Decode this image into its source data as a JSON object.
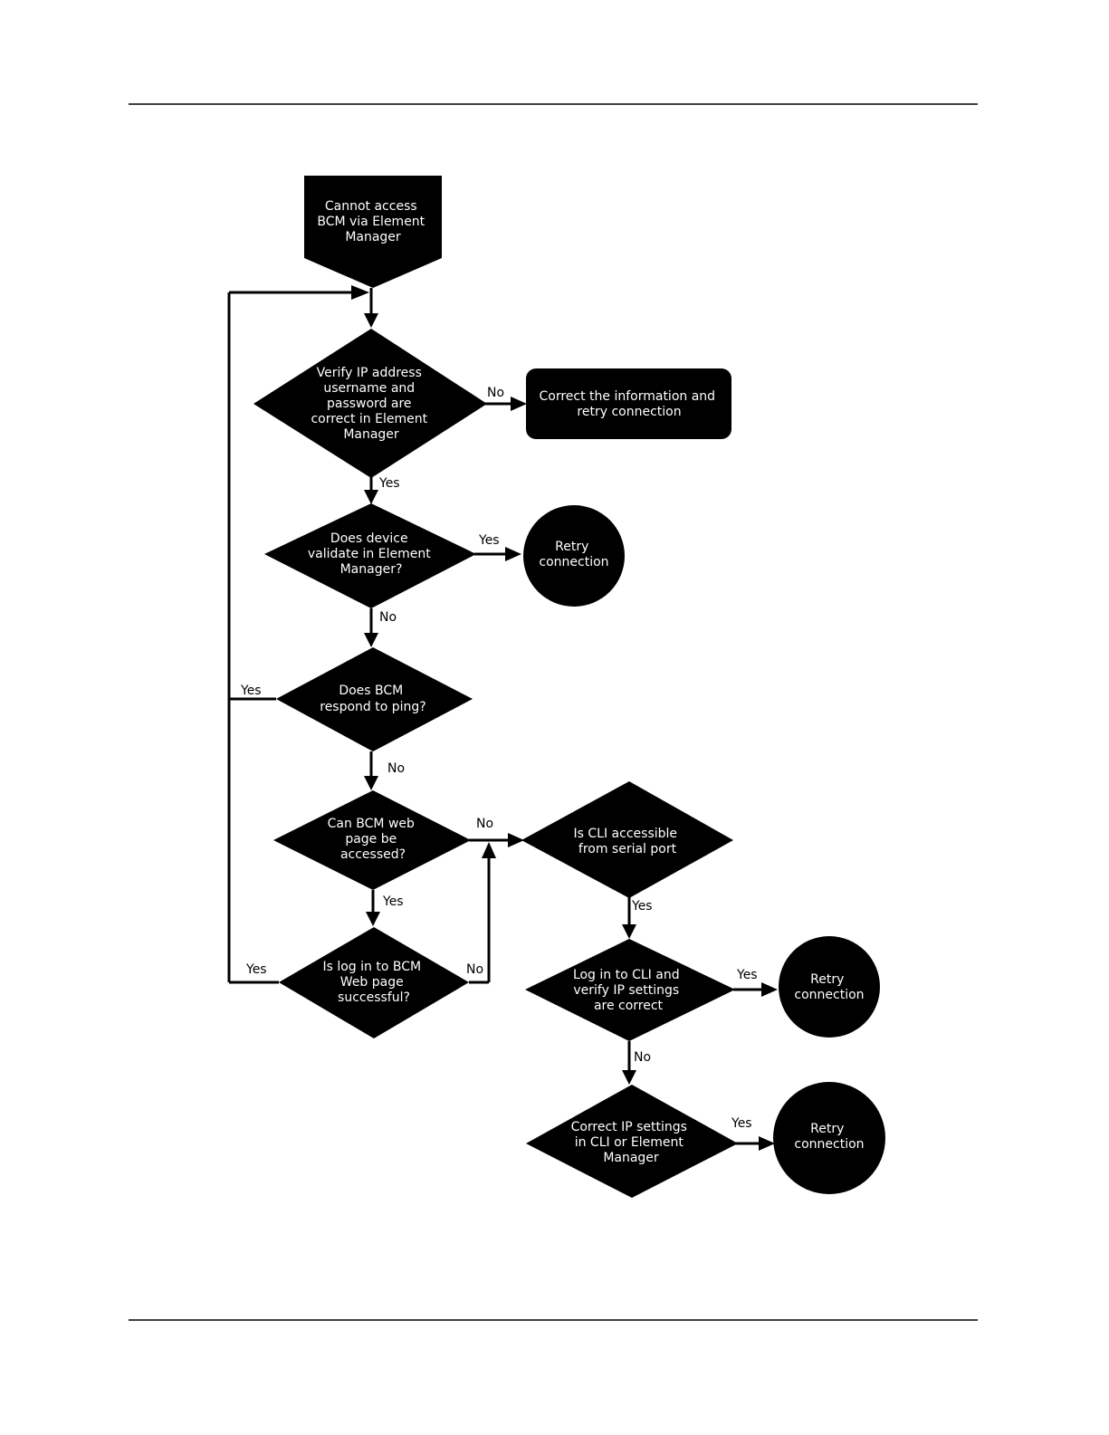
{
  "colors": {
    "shape_fill": "#000000",
    "node_text": "#ffffff",
    "edge": "#000000",
    "background": "#ffffff"
  },
  "nodes": {
    "start": [
      "Cannot access",
      "BCM via Element",
      "Manager"
    ],
    "verify_ip": [
      "Verify IP address",
      "username and",
      "password are",
      "correct in Element",
      "Manager"
    ],
    "correct_info": [
      "Correct the information and",
      "retry connection"
    ],
    "device_validate": [
      "Does device",
      "validate in Element",
      "Manager?"
    ],
    "retry_1": [
      "Retry",
      "connection"
    ],
    "ping": [
      "Does BCM",
      "respond to ping?"
    ],
    "web_page": [
      "Can BCM web",
      "page be",
      "accessed?"
    ],
    "login_web": [
      "Is log in to BCM",
      "Web page",
      "successful?"
    ],
    "cli_serial": [
      "Is CLI accessible",
      "from serial port"
    ],
    "login_cli": [
      "Log in to CLI and",
      "verify IP settings",
      "are correct"
    ],
    "retry_2": [
      "Retry",
      "connection"
    ],
    "correct_ip": [
      "Correct IP settings",
      "in CLI or Element",
      "Manager"
    ],
    "retry_3": [
      "Retry",
      "connection"
    ]
  },
  "edge_labels": {
    "verify_no": "No",
    "verify_yes": "Yes",
    "validate_yes": "Yes",
    "validate_no": "No",
    "ping_yes": "Yes",
    "ping_no": "No",
    "web_no": "No",
    "web_yes": "Yes",
    "login_yes": "Yes",
    "login_no": "No",
    "cli_yes": "Yes",
    "logcli_yes": "Yes",
    "logcli_no": "No",
    "correctip_yes": "Yes"
  }
}
